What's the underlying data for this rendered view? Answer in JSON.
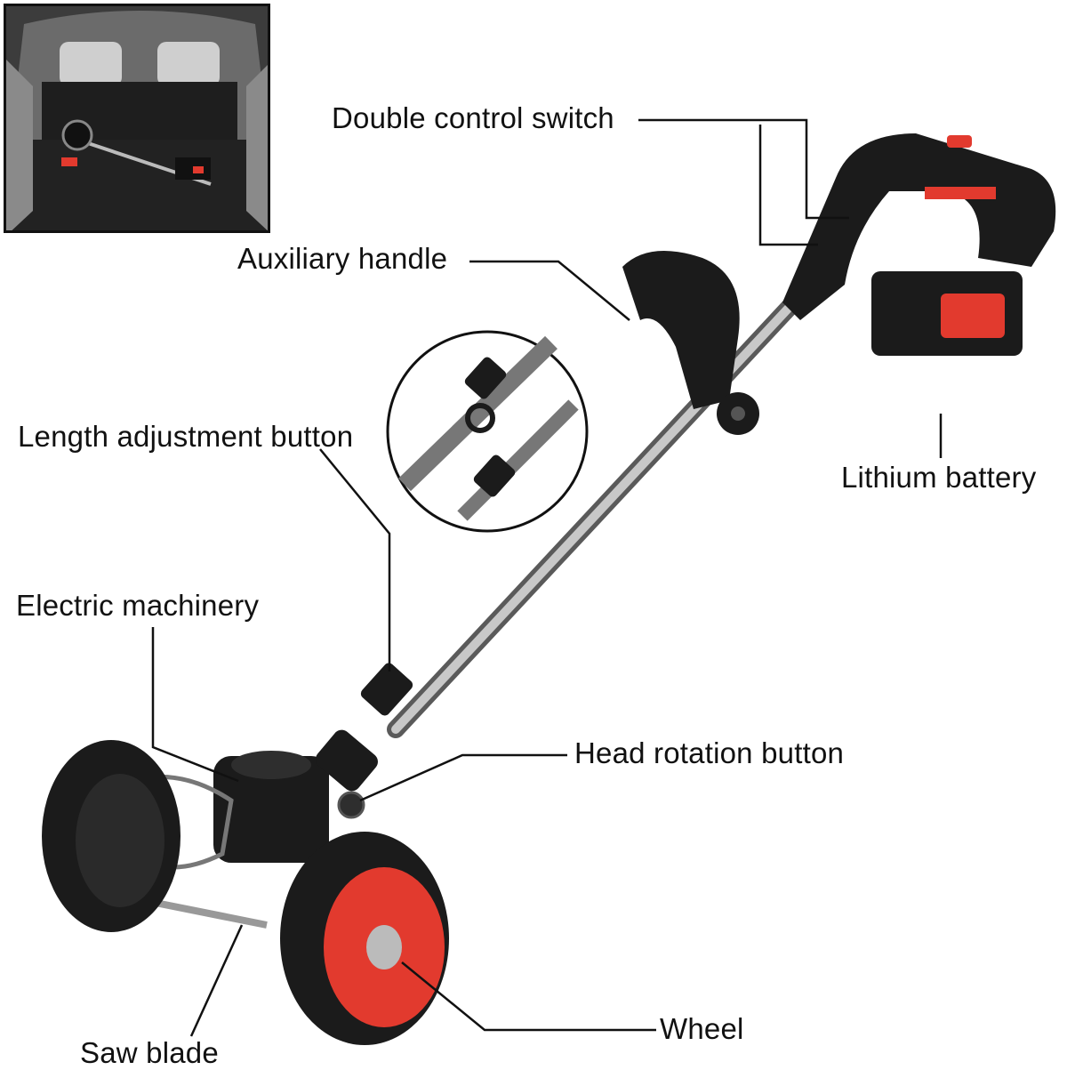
{
  "labels": {
    "double_control_switch": "Double control switch",
    "auxiliary_handle": "Auxiliary handle",
    "length_adjustment_button": "Length adjustment button",
    "lithium_battery": "Lithium battery",
    "electric_machinery": "Electric machinery",
    "head_rotation_button": "Head rotation button",
    "wheel": "Wheel",
    "saw_blade": "Saw blade"
  },
  "colors": {
    "accent_red": "#e23a2e",
    "body_black": "#1b1b1b",
    "pole_gray": "#9a9a9a",
    "leader_line": "#111111"
  }
}
